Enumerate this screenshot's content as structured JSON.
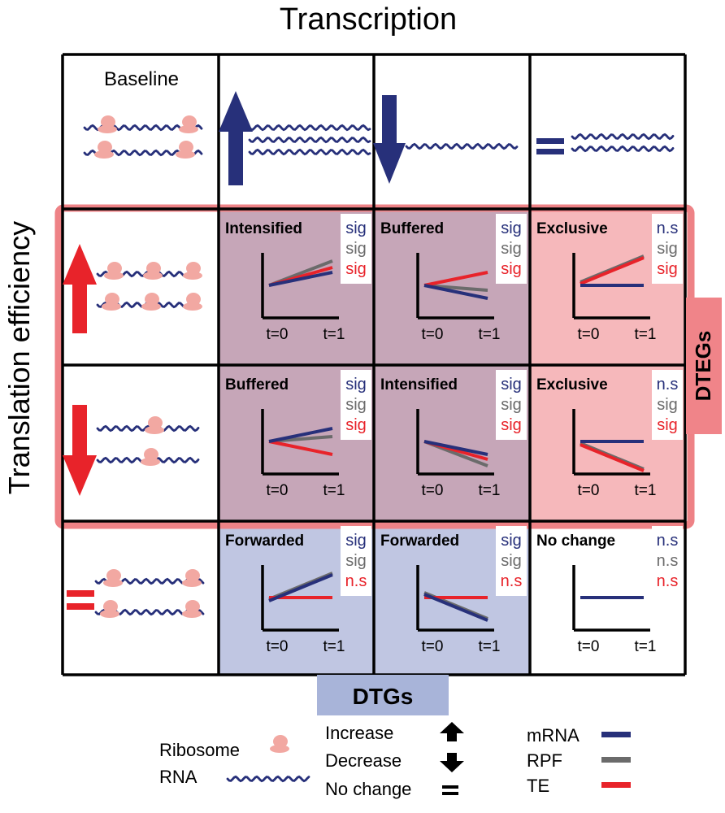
{
  "title": "Transcription",
  "yaxis_label": "Translation efficiency",
  "baseline_label": "Baseline",
  "group_labels": {
    "dteg": "DTEGs",
    "dtg": "DTGs"
  },
  "time_labels": {
    "start": "t=0",
    "end": "t=1"
  },
  "colors": {
    "mrna": "#27307a",
    "rpf": "#6b6b6b",
    "te": "#e8232a",
    "ribosome": "#f2a8a2",
    "dteg_fill": "#f6b8bb",
    "overlap_fill": "#c6a6b8",
    "dtg_fill": "#c0c6e2",
    "dtg_label_fill": "#a8b4d9",
    "dteg_border": "#ee8286"
  },
  "columns": [
    {
      "key": "col-up",
      "arrow": "up"
    },
    {
      "key": "col-down",
      "arrow": "down"
    },
    {
      "key": "col-equal",
      "arrow": "equal"
    }
  ],
  "rows": [
    {
      "key": "row-up",
      "arrow": "up",
      "ribosomes": 3
    },
    {
      "key": "row-down",
      "arrow": "down",
      "ribosomes": 1
    },
    {
      "key": "row-equal",
      "arrow": "equal",
      "ribosomes": 2
    }
  ],
  "cells": [
    {
      "id": "intensified-up-up",
      "label": "Intensified",
      "category": "overlap",
      "sig": [
        "sig",
        "sig",
        "sig"
      ],
      "lines": {
        "mrna": [
          0,
          0.4
        ],
        "rpf": [
          0,
          0.75
        ],
        "te": [
          0,
          0.55
        ]
      }
    },
    {
      "id": "buffered-down-up",
      "label": "Buffered",
      "category": "overlap",
      "sig": [
        "sig",
        "sig",
        "sig"
      ],
      "lines": {
        "mrna": [
          0,
          -0.4
        ],
        "rpf": [
          0,
          -0.15
        ],
        "te": [
          0,
          0.4
        ]
      }
    },
    {
      "id": "exclusive-equal-up",
      "label": "Exclusive",
      "category": "dteg",
      "sig": [
        "n.s",
        "sig",
        "sig"
      ],
      "lines": {
        "mrna": [
          0,
          0
        ],
        "rpf": [
          0.1,
          0.9
        ],
        "te": [
          0.05,
          0.85
        ]
      }
    },
    {
      "id": "buffered-up-down",
      "label": "Buffered",
      "category": "overlap",
      "sig": [
        "sig",
        "sig",
        "sig"
      ],
      "lines": {
        "mrna": [
          0,
          0.4
        ],
        "rpf": [
          0,
          0.15
        ],
        "te": [
          0,
          -0.4
        ]
      }
    },
    {
      "id": "intensified-down-down",
      "label": "Intensified",
      "category": "overlap",
      "sig": [
        "sig",
        "sig",
        "sig"
      ],
      "lines": {
        "mrna": [
          0,
          -0.4
        ],
        "rpf": [
          0,
          -0.75
        ],
        "te": [
          0,
          -0.55
        ]
      }
    },
    {
      "id": "exclusive-equal-down",
      "label": "Exclusive",
      "category": "dteg",
      "sig": [
        "n.s",
        "sig",
        "sig"
      ],
      "lines": {
        "mrna": [
          0,
          0
        ],
        "rpf": [
          -0.05,
          -0.85
        ],
        "te": [
          -0.1,
          -0.9
        ]
      }
    },
    {
      "id": "forwarded-up-equal",
      "label": "Forwarded",
      "category": "dtg",
      "sig": [
        "sig",
        "sig",
        "n.s"
      ],
      "lines": {
        "mrna": [
          -0.1,
          0.7
        ],
        "rpf": [
          -0.05,
          0.75
        ],
        "te": [
          0,
          0
        ]
      }
    },
    {
      "id": "forwarded-down-equal",
      "label": "Forwarded",
      "category": "dtg",
      "sig": [
        "sig",
        "sig",
        "n.s"
      ],
      "lines": {
        "mrna": [
          0.1,
          -0.7
        ],
        "rpf": [
          0.15,
          -0.65
        ],
        "te": [
          0,
          0
        ]
      }
    },
    {
      "id": "no-change",
      "label": "No change",
      "category": "none",
      "sig": [
        "n.s",
        "n.s",
        "n.s"
      ],
      "lines": {
        "mrna": [
          0,
          0
        ],
        "rpf": [
          0,
          0
        ],
        "te": [
          0,
          0
        ]
      }
    }
  ],
  "legend": {
    "ribosome": "Ribosome",
    "rna": "RNA",
    "increase": "Increase",
    "decrease": "Decrease",
    "no_change": "No change",
    "mrna": "mRNA",
    "rpf": "RPF",
    "te": "TE"
  }
}
